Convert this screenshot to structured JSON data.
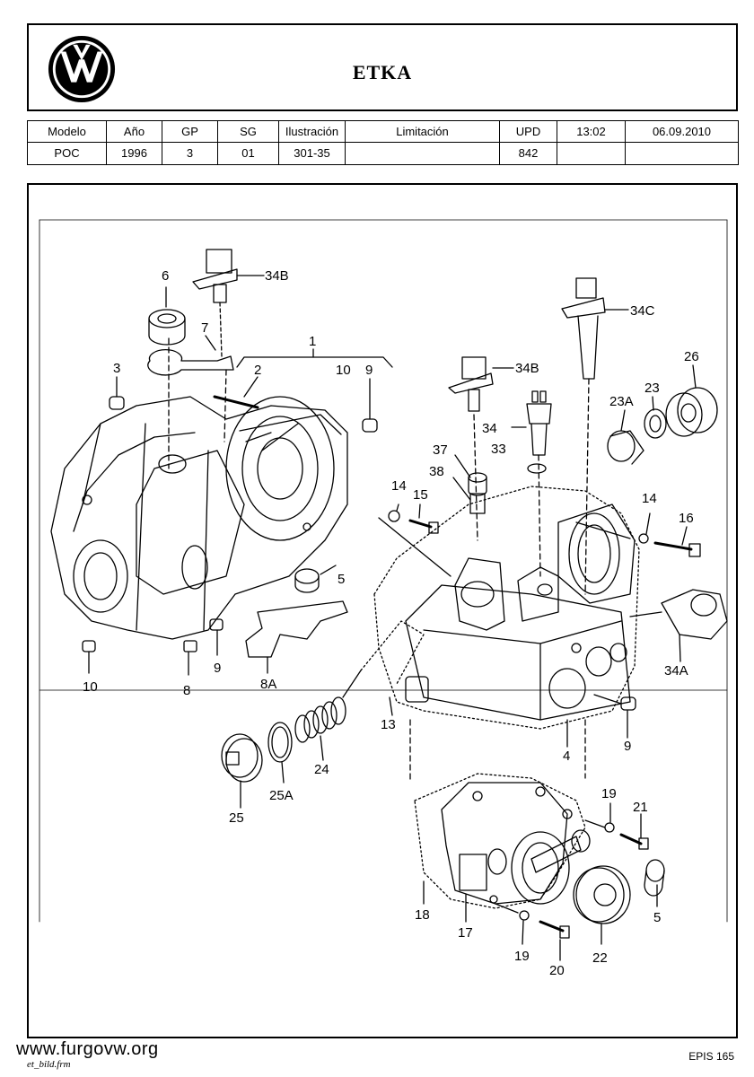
{
  "header": {
    "title": "ETKA",
    "logo": "vw-logo-icon"
  },
  "info": {
    "headers": [
      "Modelo",
      "Año",
      "GP",
      "SG",
      "Ilustración",
      "Limitación",
      "UPD",
      "13:02",
      "06.09.2010"
    ],
    "values": [
      "POC",
      "1996",
      "3",
      "01",
      "301-35",
      "",
      "842",
      "",
      ""
    ]
  },
  "callouts": {
    "c1": "1",
    "c2": "2",
    "c3": "3",
    "c4": "4",
    "c5a": "5",
    "c5b": "5",
    "c6": "6",
    "c7": "7",
    "c8": "8",
    "c8A": "8A",
    "c9a": "9",
    "c9b": "9",
    "c9c": "9",
    "c10a": "10",
    "c10b": "10",
    "c13": "13",
    "c14a": "14",
    "c14b": "14",
    "c15": "15",
    "c16": "16",
    "c17": "17",
    "c18": "18",
    "c19a": "19",
    "c19b": "19",
    "c20": "20",
    "c21": "21",
    "c22": "22",
    "c23": "23",
    "c23A": "23A",
    "c24": "24",
    "c25": "25",
    "c25A": "25A",
    "c26": "26",
    "c33": "33",
    "c34": "34",
    "c34A": "34A",
    "c34Ba": "34B",
    "c34Bb": "34B",
    "c34C": "34C",
    "c37": "37",
    "c38": "38"
  },
  "footer": {
    "url": "www.furgovw.org",
    "file": "et_bild.frm",
    "epis": "EPIS 165"
  }
}
